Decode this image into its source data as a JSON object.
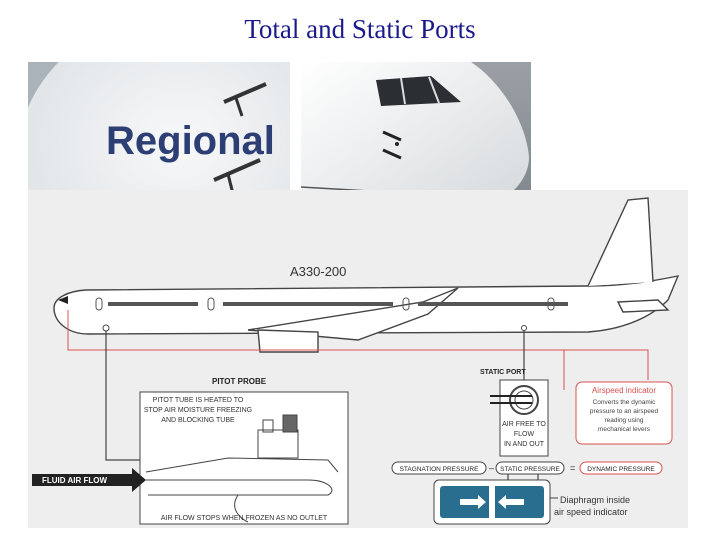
{
  "title": "Total and Static Ports",
  "photo_left": {
    "logo_text": "Regional"
  },
  "diagram": {
    "aircraft_model": "A330-200",
    "pitot_probe_label": "PITOT PROBE",
    "static_port_label": "STATIC PORT",
    "pitot_heated_note": [
      "PITOT TUBE IS HEATED TO",
      "STOP AIR MOISTURE FREEZING",
      "AND BLOCKING TUBE"
    ],
    "air_flow_stops_note": "AIR FLOW STOPS WHEN FROZEN AS NO OUTLET",
    "fluid_air_flow": "FLUID AIR FLOW",
    "static_note": [
      "AIR FREE TO",
      "FLOW",
      "IN AND OUT"
    ],
    "airspeed_indicator_title": "Airspeed indicator",
    "airspeed_indicator_desc": [
      "Converts the dynamic",
      "pressure to an airspeed",
      "reading using",
      "mechanical levers"
    ],
    "stagnation_pressure": "STAGNATION PRESSURE",
    "static_pressure": "STATIC PRESSURE",
    "dynamic_pressure": "DYNAMIC PRESSURE",
    "minus_sign": "–",
    "equals_sign": "=",
    "diaphragm_note": [
      "Diaphragm inside",
      "air speed indicator"
    ]
  },
  "colors": {
    "title": "#1a1a8c",
    "accent_red": "#d9534f",
    "panel_blue": "#2a6e8f",
    "diagram_bg": "#eeeeee"
  }
}
